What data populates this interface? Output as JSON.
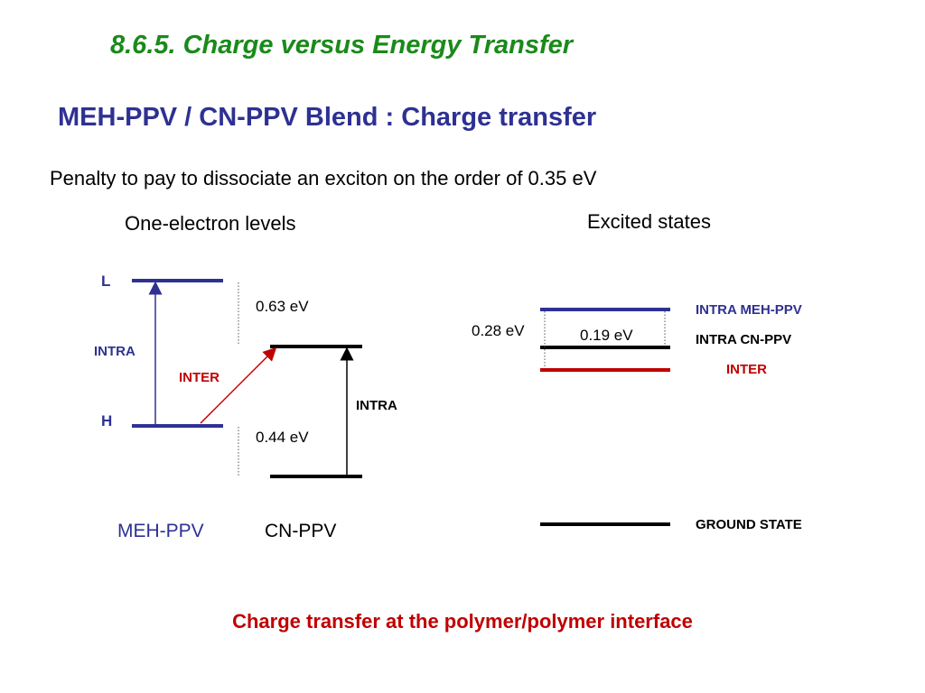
{
  "slide": {
    "section_title": "8.6.5. Charge versus Energy Transfer",
    "heading": "MEH-PPV / CN-PPV Blend : Charge transfer",
    "subtitle": "Penalty to pay to dissociate an exciton on the order of 0.35 eV",
    "footer": "Charge transfer at the polymer/polymer interface"
  },
  "left_diagram": {
    "caption": "One-electron levels",
    "level_L": "L",
    "level_H": "H",
    "intra_left": "INTRA",
    "inter": "INTER",
    "intra_right": "INTRA",
    "gap_top": "0.63 eV",
    "gap_bottom": "0.44 eV",
    "polymer_left": "MEH-PPV",
    "polymer_right": "CN-PPV"
  },
  "right_diagram": {
    "caption": "Excited states",
    "gap_left": "0.28 eV",
    "gap_inner": "0.19 eV",
    "state_intra_meh": "INTRA MEH-PPV",
    "state_intra_cn": "INTRA CN-PPV",
    "state_inter": "INTER",
    "state_ground": "GROUND STATE"
  },
  "colors": {
    "title_green": "#1a8a1a",
    "heading_blue": "#2e3192",
    "accent_red": "#c00000",
    "level_black": "#000000"
  }
}
